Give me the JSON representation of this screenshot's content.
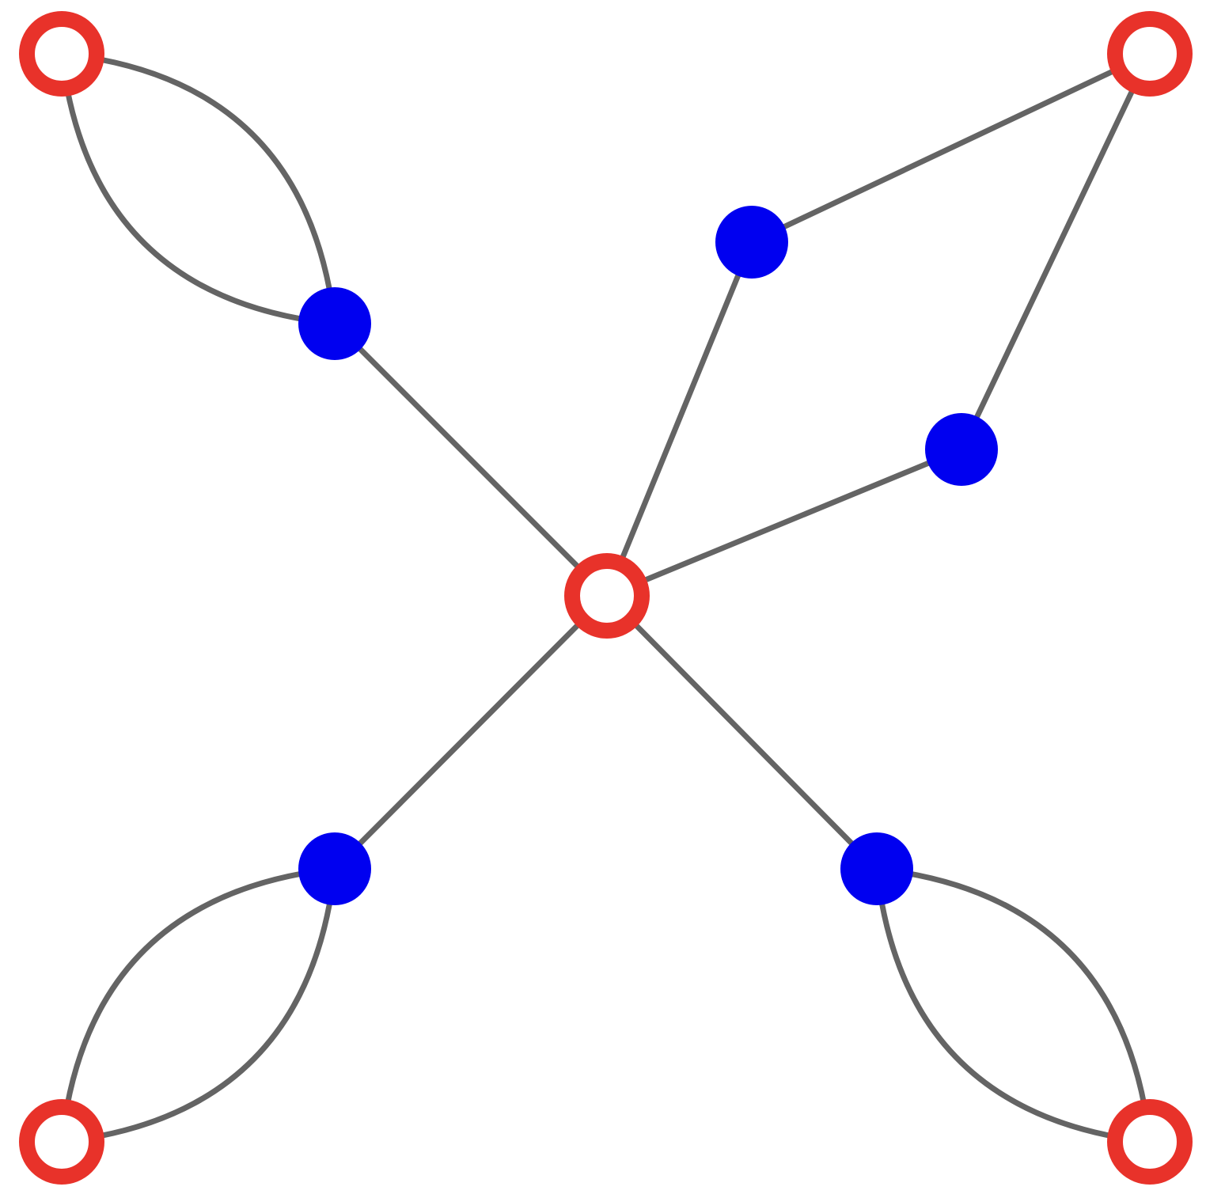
{
  "colors": {
    "background": "#ffffff",
    "edge": "#646464",
    "hollow_stroke": "#e8322a",
    "hollow_fill": "#ffffff",
    "solid_fill": "#0000f0"
  },
  "graph": {
    "nodes": [
      {
        "id": "hub",
        "style": "hollow"
      },
      {
        "id": "corner-top-left",
        "style": "hollow"
      },
      {
        "id": "corner-top-right",
        "style": "hollow"
      },
      {
        "id": "corner-bottom-left",
        "style": "hollow"
      },
      {
        "id": "corner-bottom-right",
        "style": "hollow"
      },
      {
        "id": "inner-top-left",
        "style": "solid"
      },
      {
        "id": "inner-top-right-a",
        "style": "solid"
      },
      {
        "id": "inner-top-right-b",
        "style": "solid"
      },
      {
        "id": "inner-bottom-left",
        "style": "solid"
      },
      {
        "id": "inner-bottom-right",
        "style": "solid"
      }
    ],
    "edges": [
      {
        "from": "hub",
        "to": "inner-top-left",
        "shape": "straight"
      },
      {
        "from": "hub",
        "to": "inner-top-right-a",
        "shape": "straight"
      },
      {
        "from": "hub",
        "to": "inner-top-right-b",
        "shape": "straight"
      },
      {
        "from": "hub",
        "to": "inner-bottom-left",
        "shape": "straight"
      },
      {
        "from": "hub",
        "to": "inner-bottom-right",
        "shape": "straight"
      },
      {
        "from": "corner-top-left",
        "to": "inner-top-left",
        "shape": "arc-outer"
      },
      {
        "from": "corner-top-left",
        "to": "inner-top-left",
        "shape": "arc-inner"
      },
      {
        "from": "corner-top-right",
        "to": "inner-top-right-a",
        "shape": "straight"
      },
      {
        "from": "corner-top-right",
        "to": "inner-top-right-b",
        "shape": "straight"
      },
      {
        "from": "corner-bottom-left",
        "to": "inner-bottom-left",
        "shape": "arc-outer"
      },
      {
        "from": "corner-bottom-left",
        "to": "inner-bottom-left",
        "shape": "arc-inner"
      },
      {
        "from": "corner-bottom-right",
        "to": "inner-bottom-right",
        "shape": "arc-outer"
      },
      {
        "from": "corner-bottom-right",
        "to": "inner-bottom-right",
        "shape": "arc-inner"
      }
    ]
  }
}
